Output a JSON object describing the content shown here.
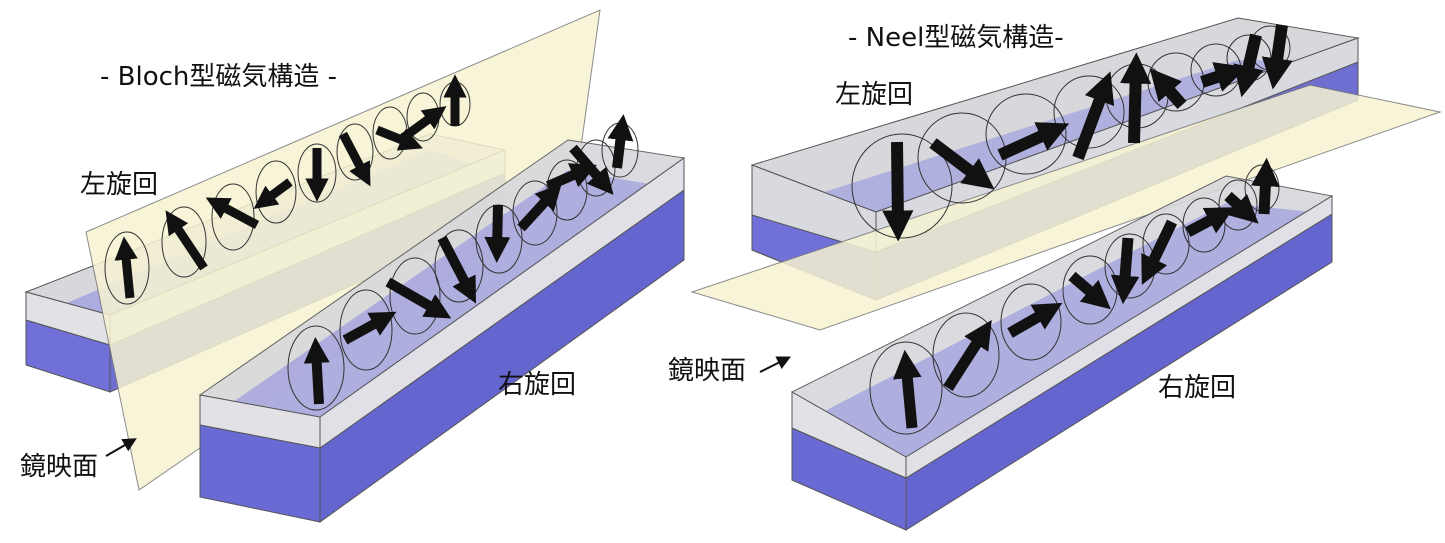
{
  "panels": {
    "bloch": {
      "title": "- Bloch型磁気構造 -",
      "top_label": "左旋回",
      "bottom_label": "右旋回",
      "mirror_label": "鏡映面"
    },
    "neel": {
      "title": "- Neel型磁気構造-",
      "top_label": "左旋回",
      "bottom_label": "右旋回",
      "mirror_label": "鏡映面"
    }
  },
  "colors": {
    "film_fill": "#6b6bd6",
    "box_top": "#c9c9d4",
    "mirror_plane": "#f6f3d2",
    "arrow": "#111111"
  }
}
